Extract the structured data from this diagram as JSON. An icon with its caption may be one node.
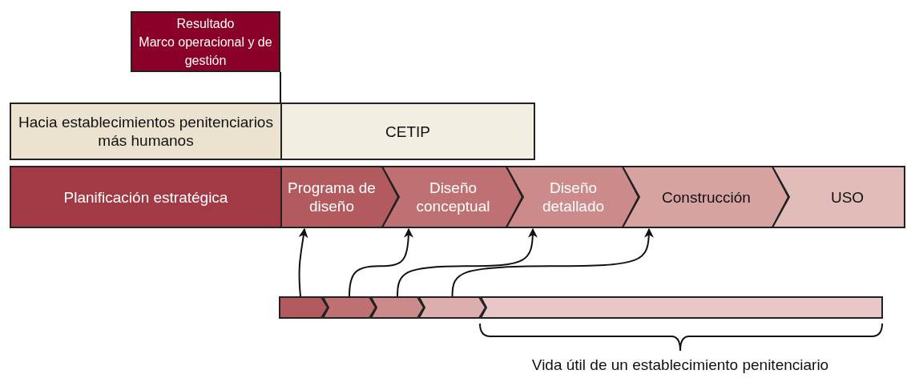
{
  "diagram": {
    "nodes": [
      {
        "text": [
          "Resultado",
          "Marco operacional y de gestión"
        ]
      },
      {
        "text": [
          "Hacia establecimientos penitenciarios más humanos"
        ]
      },
      {
        "text": [
          "CETIP"
        ]
      },
      {
        "text": [
          "Planificación estratégica"
        ]
      },
      {
        "text": [
          "Programa de diseño"
        ]
      },
      {
        "text": [
          "Diseño conceptual"
        ]
      },
      {
        "text": [
          "Diseño detallado"
        ]
      },
      {
        "text": [
          "Construcción"
        ]
      },
      {
        "text": [
          "USO"
        ]
      },
      {
        "text": [],
        "shape": "bar"
      },
      {
        "text": [],
        "shape": "bar"
      },
      {
        "text": [],
        "shape": "bar"
      },
      {
        "text": [],
        "shape": "bar"
      },
      {
        "text": [],
        "shape": "bar"
      }
    ],
    "edges": [
      {
        "from": 0,
        "to": 2,
        "arrow": "none"
      },
      {
        "from": 9,
        "to": 4,
        "arrow": "to"
      },
      {
        "from": 10,
        "to": 5,
        "arrow": "to"
      },
      {
        "from": 11,
        "to": 6,
        "arrow": "to"
      },
      {
        "from": 12,
        "to": 7,
        "arrow": "to"
      }
    ],
    "labels": [
      "Vida útil de un establecimiento penitenciario"
    ]
  }
}
